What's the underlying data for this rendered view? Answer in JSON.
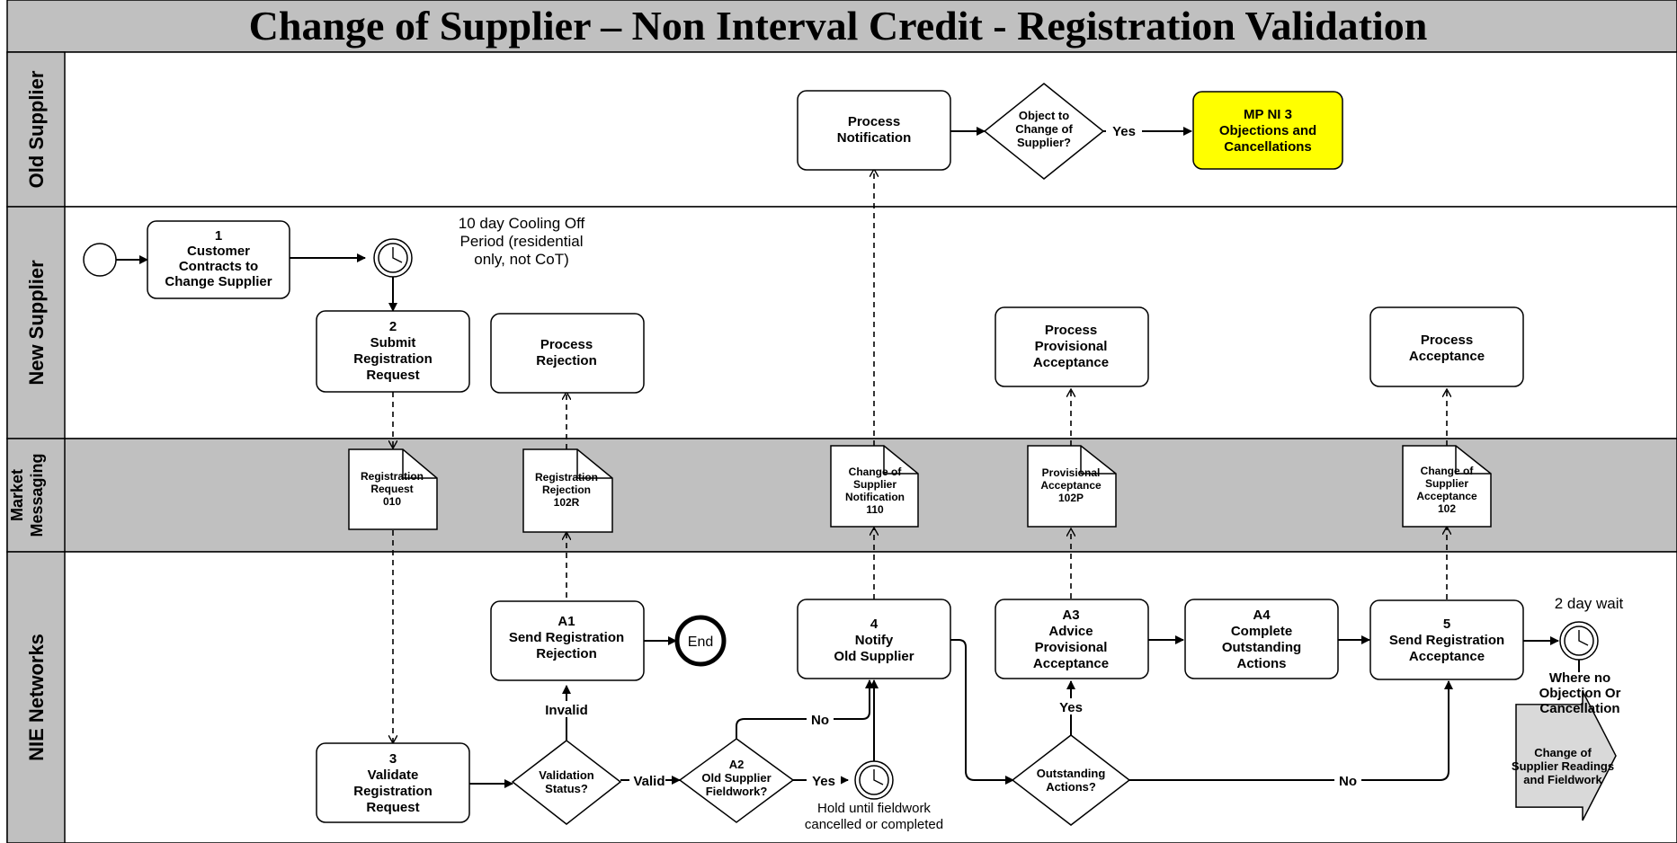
{
  "title": "Change of Supplier – Non Interval Credit - Registration Validation",
  "lanes": {
    "old_supplier": [
      "Old Supplier"
    ],
    "new_supplier": [
      "New Supplier"
    ],
    "market_messaging": [
      "Market",
      "Messaging"
    ],
    "nie_networks": [
      "NIE Networks"
    ]
  },
  "tasks": {
    "customer_contracts": [
      "1",
      "Customer",
      "Contracts to",
      "Change Supplier"
    ],
    "submit_registration": [
      "2",
      "Submit",
      "Registration",
      "Request"
    ],
    "validate_registration": [
      "3",
      "Validate",
      "Registration",
      "Request"
    ],
    "process_rejection": [
      "Process",
      "Rejection"
    ],
    "process_notification": [
      "Process",
      "Notification"
    ],
    "process_provisional": [
      "Process",
      "Provisional",
      "Acceptance"
    ],
    "process_acceptance": [
      "Process",
      "Acceptance"
    ],
    "send_rejection": [
      "A1",
      "Send Registration",
      "Rejection"
    ],
    "notify_old_supplier": [
      "4",
      "Notify",
      "Old Supplier"
    ],
    "advice_provisional": [
      "A3",
      "Advice",
      "Provisional",
      "Acceptance"
    ],
    "complete_actions": [
      "A4",
      "Complete",
      "Outstanding",
      "Actions"
    ],
    "send_acceptance": [
      "5",
      "Send Registration",
      "Acceptance"
    ],
    "mp_ni_3": [
      "MP NI 3",
      "Objections and",
      "Cancellations"
    ]
  },
  "documents": {
    "registration_request": [
      "Registration",
      "Request",
      "010"
    ],
    "registration_rejection": [
      "Registration",
      "Rejection",
      "102R"
    ],
    "cos_notification": [
      "Change of",
      "Supplier",
      "Notification",
      "110"
    ],
    "provisional_acceptance": [
      "Provisional",
      "Acceptance",
      "102P"
    ],
    "cos_acceptance": [
      "Change of",
      "Supplier",
      "Acceptance",
      "102"
    ]
  },
  "decisions": {
    "object_to_cos": [
      "Object to",
      "Change of",
      "Supplier?"
    ],
    "validation_status": [
      "Validation",
      "Status?"
    ],
    "old_supplier_fieldwork": [
      "A2",
      "Old Supplier",
      "Fieldwork?"
    ],
    "outstanding_actions": [
      "Outstanding",
      "Actions?"
    ]
  },
  "events": {
    "end_label": "End",
    "next_process": [
      "Change of",
      "Supplier Readings",
      "and Fieldwork"
    ]
  },
  "notes": {
    "cooling_off": [
      "10 day Cooling Off",
      "Period (residential",
      "only, not CoT)"
    ],
    "two_day_wait": [
      "2 day wait"
    ],
    "hold_fieldwork": [
      "Hold until fieldwork",
      "cancelled or completed"
    ],
    "no_objection": [
      "Where no",
      "Objection Or",
      "Cancellation"
    ]
  },
  "flow_labels": {
    "yes_objection": "Yes",
    "invalid": "Invalid",
    "valid": "Valid",
    "yes_fieldwork": "Yes",
    "no_fieldwork": "No",
    "yes_outstanding": "Yes",
    "no_outstanding": "No"
  },
  "colors": {
    "title_bg": "#c0c0c0",
    "lane_header_bg": "#c0c0c0",
    "market_lane_bg": "#c0c0c0",
    "mp_ni_3_fill": "#ffff00",
    "next_process_fill": "#d9d9d9"
  },
  "icons": {
    "timer": "clock-icon",
    "start": "start-event-circle",
    "end": "end-event-circle"
  }
}
